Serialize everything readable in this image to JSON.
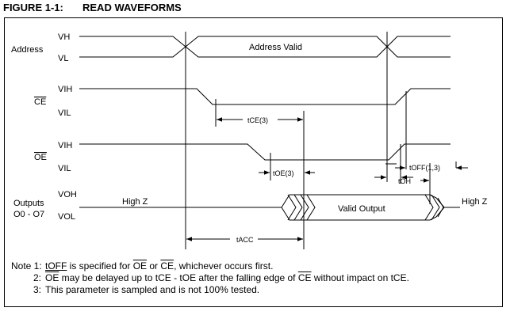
{
  "figure": {
    "number": "FIGURE 1-1:",
    "name": "READ WAVEFORMS"
  },
  "signals": {
    "address": {
      "name": "Address",
      "high": "VH",
      "low": "VL",
      "state": "Address Valid"
    },
    "ce": {
      "name": "CE",
      "high": "VIH",
      "low": "VIL"
    },
    "oe": {
      "name": "OE",
      "high": "VIH",
      "low": "VIL"
    },
    "outputs": {
      "name_line1": "Outputs",
      "name_line2": "O0 - O7",
      "high": "VOH",
      "low": "VOL",
      "left_state": "High Z",
      "valid_state": "Valid Output",
      "right_state": "High Z"
    }
  },
  "timings": {
    "tce": "tCE(3)",
    "toe": "tOE(3)",
    "toh": "tOH",
    "toff": "tOFF(1,3)",
    "tacc": "tACC"
  },
  "notes": [
    {
      "num": "Note 1:",
      "p1": "tOFF",
      "p2": " is specified for ",
      "p3": "OE",
      "p4": " or ",
      "p5": "CE",
      "p6": ", whichever occurs first."
    },
    {
      "num": "2:",
      "p1": "OE",
      "p2": " may be delayed up to tCE - tOE after the falling edge of ",
      "p3": "CE",
      "p4": " without impact on tCE."
    },
    {
      "num": "3:",
      "text": "This parameter is sampled and is not 100% tested."
    }
  ]
}
